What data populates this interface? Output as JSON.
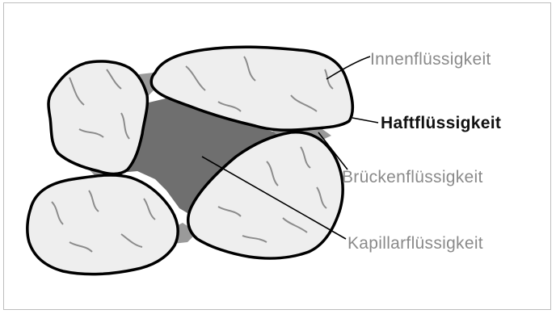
{
  "labels": {
    "innen": "Innenflüssigkeit",
    "haft": "Haftflüssigkeit",
    "bruecken": "Brückenflüssigkeit",
    "kapillar": "Kapillarflüssigkeit"
  },
  "colors": {
    "stone_fill": "#eeeeee",
    "stone_outline": "#000000",
    "crack": "#8c8c8c",
    "capillary_fill": "#6f6f6f",
    "bridge_fill": "#9a9a9a",
    "label_gray": "#8a8a8a",
    "label_bold": "#111111"
  }
}
